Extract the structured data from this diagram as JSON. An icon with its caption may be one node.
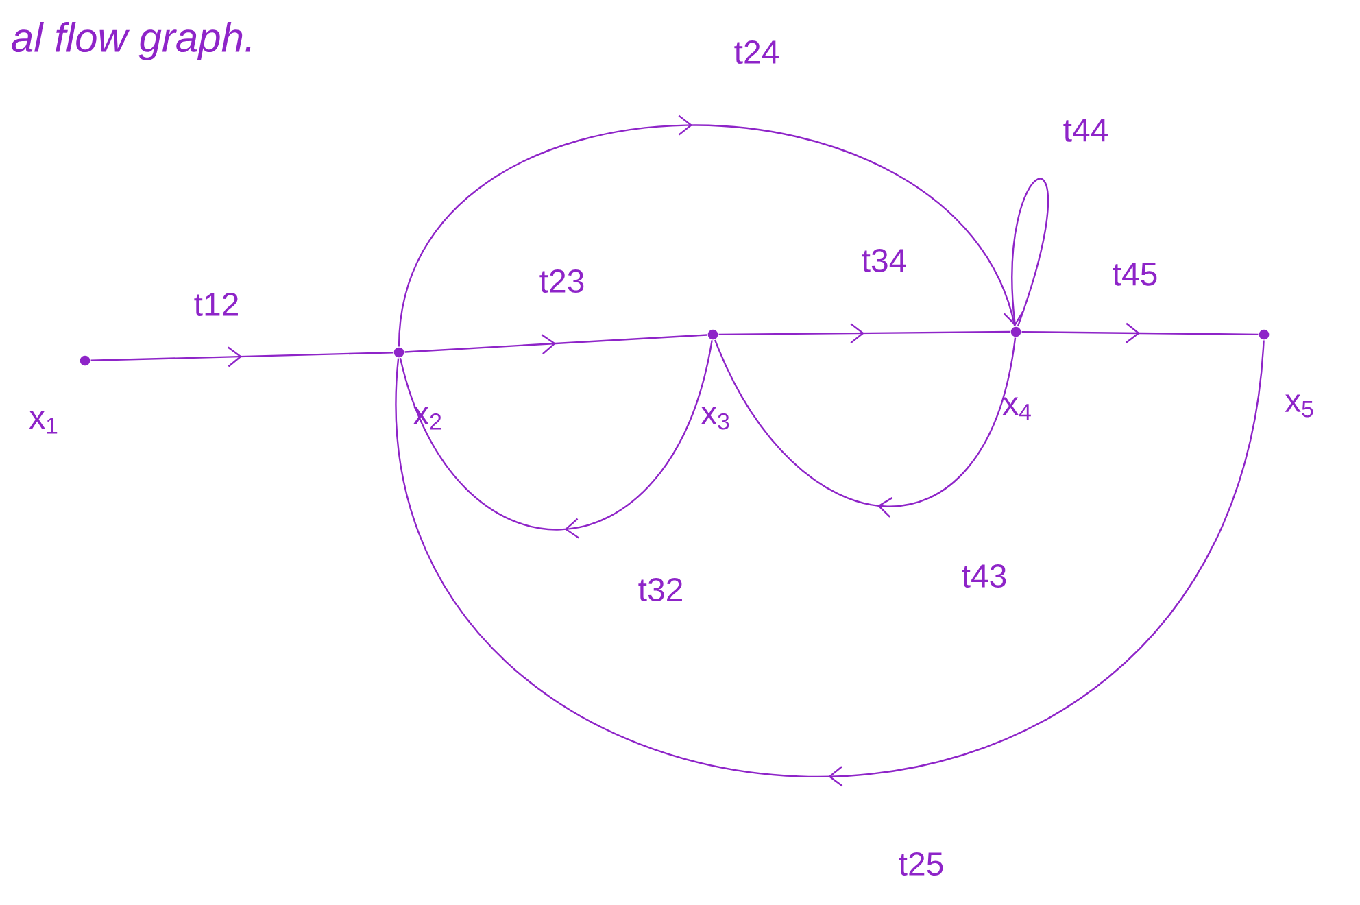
{
  "diagram": {
    "title": "al flow graph.",
    "nodes": [
      {
        "text": [],
        "shape": "circle",
        "beside": [
          "x$_{1}$"
        ]
      },
      {
        "text": [],
        "shape": "circle",
        "beside": [
          "x$_{2}$"
        ]
      },
      {
        "text": [],
        "shape": "circle",
        "beside": [
          "x$_{3}$"
        ]
      },
      {
        "text": [],
        "shape": "circle",
        "beside": [
          "x$_{4}$"
        ]
      },
      {
        "text": [],
        "shape": "circle",
        "beside": [
          "x$_{5}$"
        ]
      }
    ],
    "edges": [
      {
        "from": 0,
        "to": 1,
        "arrow": "to",
        "label": "t12"
      },
      {
        "from": 1,
        "to": 2,
        "arrow": "to",
        "label": "t23"
      },
      {
        "from": 2,
        "to": 3,
        "arrow": "to",
        "label": "t34"
      },
      {
        "from": 3,
        "to": 4,
        "arrow": "to",
        "label": "t45"
      },
      {
        "from": 1,
        "to": 3,
        "arrow": "to",
        "label": "t24"
      },
      {
        "from": 3,
        "to": 3,
        "arrow": "to",
        "label": "t44"
      },
      {
        "from": 2,
        "to": 1,
        "arrow": "to",
        "label": "t32"
      },
      {
        "from": 3,
        "to": 2,
        "arrow": "to",
        "label": "t43"
      },
      {
        "from": 4,
        "to": 1,
        "arrow": "to",
        "label": "t25"
      }
    ]
  }
}
